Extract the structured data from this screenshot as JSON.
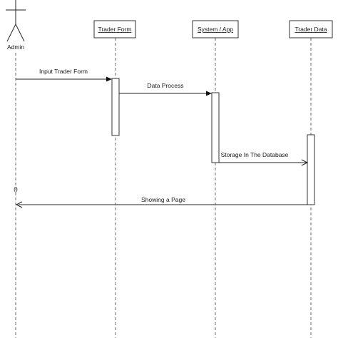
{
  "actor": {
    "name": "Admin"
  },
  "lifelines": [
    {
      "id": "trader_form",
      "name": "Trader Form"
    },
    {
      "id": "system_app",
      "name": "System / App"
    },
    {
      "id": "trader_data",
      "name": "Trader Data"
    }
  ],
  "messages": [
    {
      "label": "Input Trader Form",
      "from": "actor",
      "to": "trader_form",
      "type": "sync"
    },
    {
      "label": "Data Process",
      "from": "trader_form",
      "to": "system_app",
      "type": "sync"
    },
    {
      "label": "Storage In The Database",
      "from": "system_app",
      "to": "trader_data",
      "type": "async"
    },
    {
      "label": "Showing a Page",
      "from": "trader_data",
      "to": "actor",
      "type": "return"
    }
  ],
  "guard": {
    "text": "()"
  }
}
